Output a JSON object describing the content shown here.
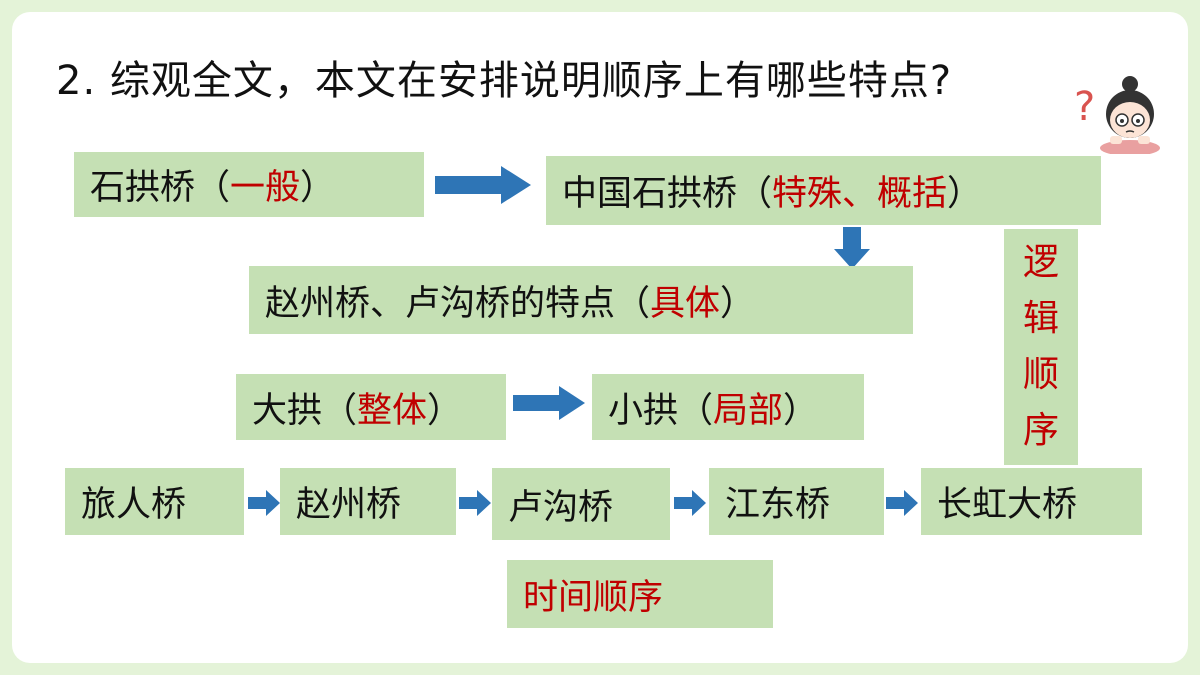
{
  "question": "2. 综观全文，本文在安排说明顺序上有哪些特点?",
  "boxes": {
    "general": {
      "main": "石拱桥（",
      "accent": "一般",
      "end": "）"
    },
    "special": {
      "main": "中国石拱桥（",
      "accent": "特殊、概括",
      "end": "）"
    },
    "specific": {
      "main": "赵州桥、卢沟桥的特点（",
      "accent": "具体",
      "end": "）"
    },
    "whole": {
      "main": "大拱（",
      "accent": "整体",
      "end": "）"
    },
    "part": {
      "main": "小拱（",
      "accent": "局部",
      "end": "）"
    }
  },
  "timeline": [
    "旅人桥",
    "赵州桥",
    "卢沟桥",
    "江东桥",
    "长虹大桥"
  ],
  "logic_order": [
    "逻",
    "辑",
    "顺",
    "序"
  ],
  "time_order": "时间顺序",
  "colors": {
    "box": "#c5e0b4",
    "accent": "#c00000",
    "arrow": "#2e75b6",
    "background": "#e4f3d8"
  },
  "icons": [
    "arrow-right-icon",
    "arrow-down-icon",
    "question-mark-icon",
    "thinking-girl-icon"
  ]
}
